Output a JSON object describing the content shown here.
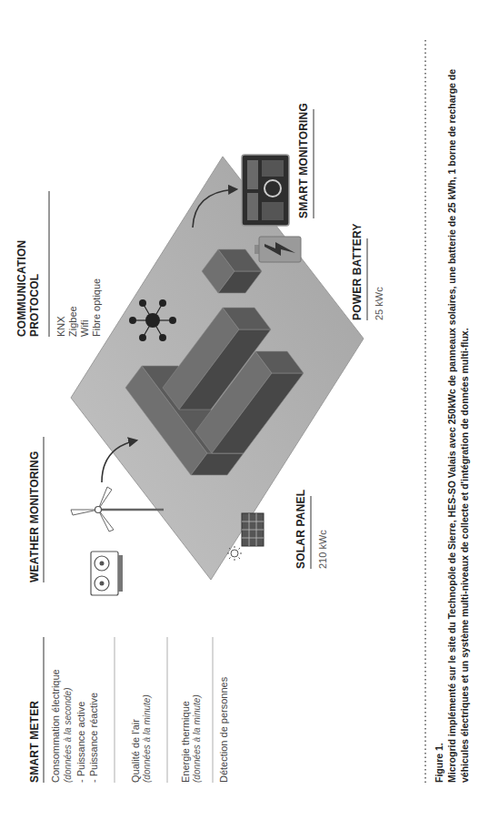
{
  "diagram": {
    "caption": "Microgrid implémenté sur le site du Technopôle de Sierre, HES-SO Valais avec 250kWc de panneaux solaires, une batterie de 25 kWh, 1 borne de recharge de véhicules électriques et un système multi-niveaux de collecte et d'intégration de données multi-flux.",
    "labels": [
      "SMART METER",
      "Consommation électrique",
      "(données à la seconde)",
      "- Puissance active",
      "- Puissance réactive",
      "Qualité de l'air",
      "(données à la minute)",
      "Energie thermique",
      "(données à la minute)",
      "Détection de personnes",
      "WEATHER MONITORING",
      "COMMUNICATION PROTOCOL",
      "KNX",
      "Zigbee",
      "Wifi",
      "Fibre optique",
      "SOLAR PANEL",
      "210 kWc",
      "POWER BATTERY",
      "25 kWc",
      "SMART MONITORING",
      "Figure 1."
    ]
  }
}
